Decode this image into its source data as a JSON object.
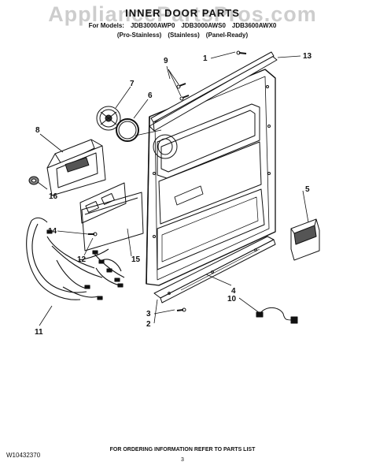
{
  "watermark": "AppliancePartsPros.com",
  "header": {
    "title": "INNER DOOR PARTS",
    "models_prefix": "For Models:",
    "models": [
      "JDB3000AWP0",
      "JDB3000AWS0",
      "JDB3600AWX0"
    ],
    "versions": [
      "(Pro-Stainless)",
      "(Stainless)",
      "(Panel-Ready)"
    ]
  },
  "callouts": [
    "1",
    "2",
    "3",
    "4",
    "5",
    "6",
    "7",
    "8",
    "9",
    "10",
    "11",
    "12",
    "13",
    "14",
    "15",
    "16"
  ],
  "footer": {
    "doc_number": "W10432370",
    "order_info": "FOR ORDERING INFORMATION REFER TO PARTS LIST",
    "page_number": "3"
  }
}
